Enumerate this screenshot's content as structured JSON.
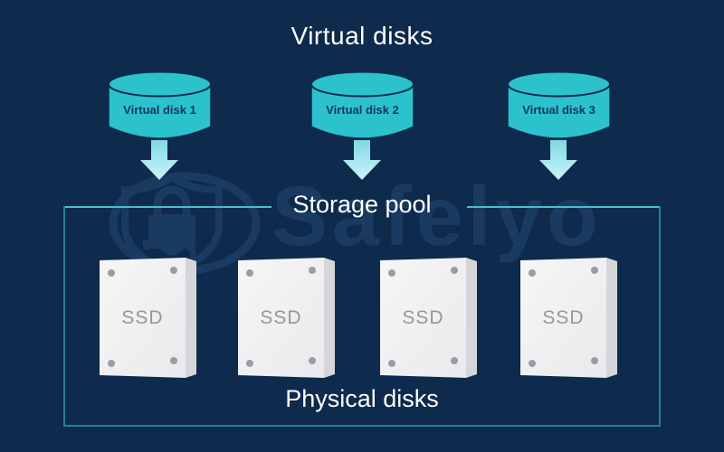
{
  "diagram": {
    "title": "Virtual disks",
    "virtual_disks": [
      {
        "label": "Virtual disk 1"
      },
      {
        "label": "Virtual disk 2"
      },
      {
        "label": "Virtual disk 3"
      }
    ],
    "storage_pool": {
      "label": "Storage pool",
      "physical_disks_label": "Physical disks",
      "ssds": [
        {
          "label": "SSD"
        },
        {
          "label": "SSD"
        },
        {
          "label": "SSD"
        },
        {
          "label": "SSD"
        }
      ]
    },
    "watermark": {
      "brand": "Safelyo"
    },
    "colors": {
      "background": "#0e2a4c",
      "disk_cylinder": "#2bc2ce",
      "disk_outline": "#0d2b4d",
      "disk_label_text": "#10395d",
      "arrow_gradient_top": "#7fd9e6",
      "arrow_gradient_bottom": "#cdf4f9",
      "pool_border": "#27808f",
      "pool_border_top": "#4cbccd",
      "ssd_face": "#f3f3f4",
      "ssd_side": "#d4d6d9",
      "ssd_screw": "#9a9da1",
      "ssd_text": "#95979b",
      "heading_text": "#ffffff",
      "watermark": "#35618f"
    }
  }
}
